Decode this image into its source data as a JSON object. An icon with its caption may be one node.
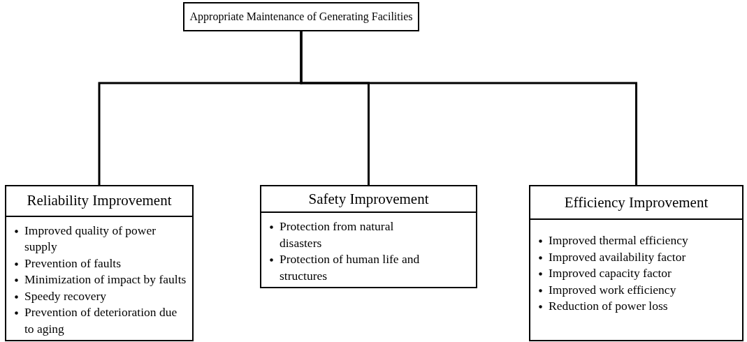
{
  "diagram": {
    "nodes": [
      {
        "text": [
          "Appropriate Maintenance of Generating Facilities"
        ]
      },
      {
        "text": [
          "Reliability Improvement",
          "Improved quality of power supply",
          "Prevention of faults",
          "Minimization of impact by faults",
          "Speedy recovery",
          "Prevention of deterioration due to aging"
        ]
      },
      {
        "text": [
          "Safety Improvement",
          "Protection from natural disasters",
          "Protection of human life and structures"
        ]
      },
      {
        "text": [
          "Efficiency Improvement",
          "Improved thermal efficiency",
          "Improved availability factor",
          "Improved capacity factor",
          "Improved work efficiency",
          "Reduction of power loss"
        ]
      }
    ],
    "edges": [
      {
        "from": 0,
        "to": 1,
        "arrow": "none"
      },
      {
        "from": 0,
        "to": 2,
        "arrow": "none"
      },
      {
        "from": 0,
        "to": 3,
        "arrow": "none"
      }
    ]
  }
}
